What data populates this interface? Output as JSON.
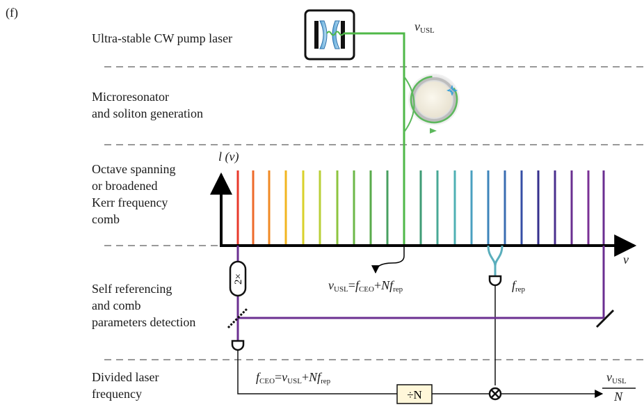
{
  "panel_label": "(f)",
  "sections": [
    {
      "id": "pump",
      "lines": [
        "Ultra-stable CW pump laser"
      ]
    },
    {
      "id": "microresonator",
      "lines": [
        "Microresonator",
        "and soliton generation"
      ]
    },
    {
      "id": "comb",
      "lines": [
        "Octave spanning",
        "or broadened",
        "Kerr frequency",
        "comb"
      ]
    },
    {
      "id": "selfref",
      "lines": [
        "Self referencing",
        "and comb",
        "parameters detection"
      ]
    },
    {
      "id": "divided",
      "lines": [
        "Divided laser",
        "frequency"
      ]
    }
  ],
  "axis": {
    "y_label": "l (v)",
    "x_label": "v"
  },
  "labels": {
    "nu_usl": {
      "main": "v",
      "sub": "USL"
    },
    "doubler": "2×",
    "divider": "÷N",
    "f_rep": {
      "main": "f",
      "sub": "rep"
    },
    "eq1": {
      "v": "v",
      "usl": "USL",
      "eq": "=",
      "f": "f",
      "ceo": "CEO",
      "plus": "+",
      "N": "N",
      "f2": "f",
      "rep": "rep"
    },
    "eq2": {
      "f": "f",
      "ceo": "CEO",
      "eq": "=",
      "v": "v",
      "usl": "USL",
      "plus": "+",
      "N": "N",
      "f2": "f",
      "rep": "rep"
    },
    "out_num": {
      "main": "v",
      "sub": "USL"
    },
    "out_den": "N"
  },
  "colors": {
    "pump_green": "#4fb848",
    "ring_green": "#5cb85c",
    "beam_purple": "#6b2f91",
    "teal": "#5aaebc",
    "comb_lines": [
      "#e8392b",
      "#ee6a2a",
      "#f08a24",
      "#f2b51f",
      "#d9d12a",
      "#b9cf37",
      "#8ec43f",
      "#6cb848",
      "#5aab4c",
      "#48a060",
      "#3f9c76",
      "#48a896",
      "#4fb0b3",
      "#4aa0c0",
      "#3d84bb",
      "#3a6db2",
      "#364fa6",
      "#352f8c",
      "#4a2f8e",
      "#6a2f90",
      "#7a3094"
    ]
  }
}
